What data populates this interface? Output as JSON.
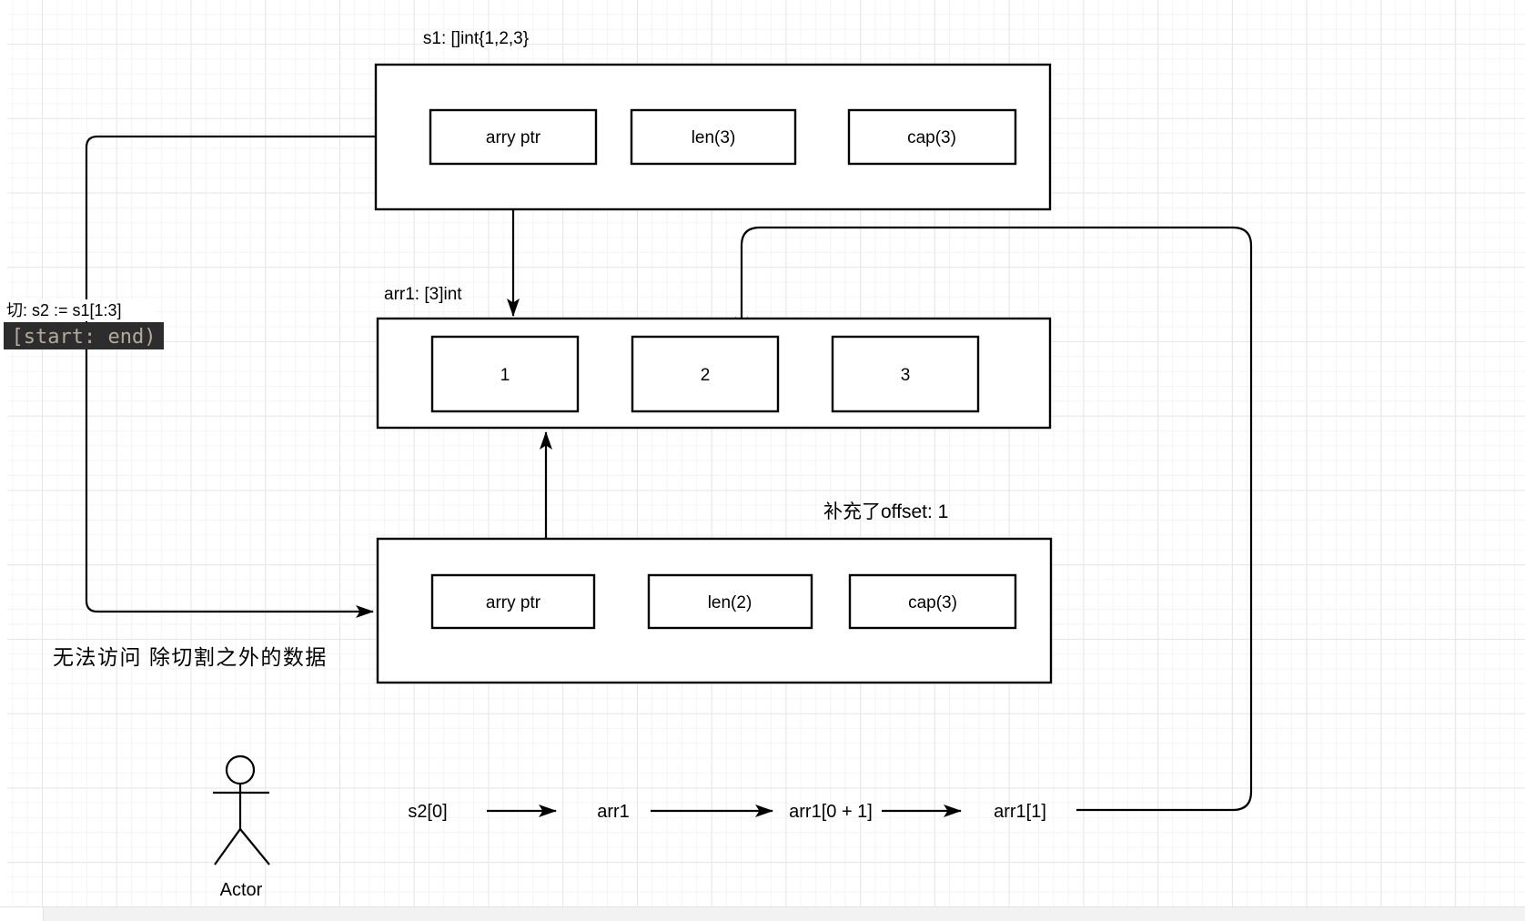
{
  "diagram": {
    "s1": {
      "label": "s1: []int{1,2,3}",
      "fields": [
        "arry ptr",
        "len(3)",
        "cap(3)"
      ]
    },
    "arr1": {
      "label": "arr1: [3]int",
      "values": [
        "1",
        "2",
        "3"
      ]
    },
    "s2": {
      "offset_note": "补充了offset: 1",
      "fields": [
        "arry ptr",
        "len(2)",
        "cap(3)"
      ]
    },
    "slice_expr": "切: s2 := s1[1:3]",
    "range_badge": "[start: end)",
    "no_access_note": "无法访问 除切割之外的数据",
    "actor_label": "Actor",
    "flow": [
      "s2[0]",
      "arr1",
      "arr1[0 + 1]",
      "arr1[1]"
    ]
  },
  "colors": {
    "stroke": "#000000",
    "badge_bg": "#2d2d2d",
    "badge_text": "#b3aa9c"
  }
}
